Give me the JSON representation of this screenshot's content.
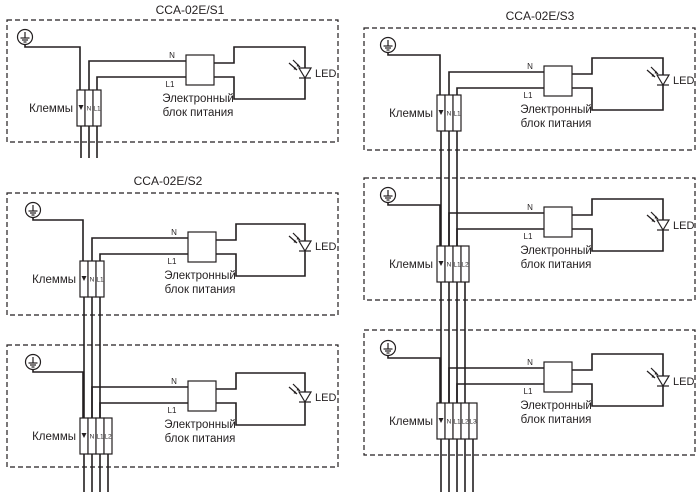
{
  "diagrams": [
    {
      "title": "CCA-02E/S1",
      "units": [
        {
          "terminals_label": "Клеммы",
          "terminals": [
            "N",
            "L1"
          ],
          "n_label": "N",
          "l_label": "L1",
          "psu_label_1": "Электронный",
          "psu_label_2": "блок питания",
          "led_label": "LED"
        }
      ]
    },
    {
      "title": "CCA-02E/S2",
      "units": [
        {
          "terminals_label": "Клеммы",
          "terminals": [
            "N",
            "L1"
          ],
          "n_label": "N",
          "l_label": "L1",
          "psu_label_1": "Электронный",
          "psu_label_2": "блок питания",
          "led_label": "LED"
        },
        {
          "terminals_label": "Клеммы",
          "terminals": [
            "N",
            "L1",
            "L2"
          ],
          "n_label": "N",
          "l_label": "L1",
          "psu_label_1": "Электронный",
          "psu_label_2": "блок питания",
          "led_label": "LED"
        }
      ]
    },
    {
      "title": "CCA-02E/S3",
      "units": [
        {
          "terminals_label": "Клеммы",
          "terminals": [
            "N",
            "L1"
          ],
          "n_label": "N",
          "l_label": "L1",
          "psu_label_1": "Электронный",
          "psu_label_2": "блок питания",
          "led_label": "LED"
        },
        {
          "terminals_label": "Клеммы",
          "terminals": [
            "N",
            "L1",
            "L2"
          ],
          "n_label": "N",
          "l_label": "L1",
          "psu_label_1": "Электронный",
          "psu_label_2": "блок питания",
          "led_label": "LED"
        },
        {
          "terminals_label": "Клеммы",
          "terminals": [
            "N",
            "L1",
            "L2",
            "L3"
          ],
          "n_label": "N",
          "l_label": "L1",
          "psu_label_1": "Электронный",
          "psu_label_2": "блок питания",
          "led_label": "LED"
        }
      ]
    }
  ]
}
